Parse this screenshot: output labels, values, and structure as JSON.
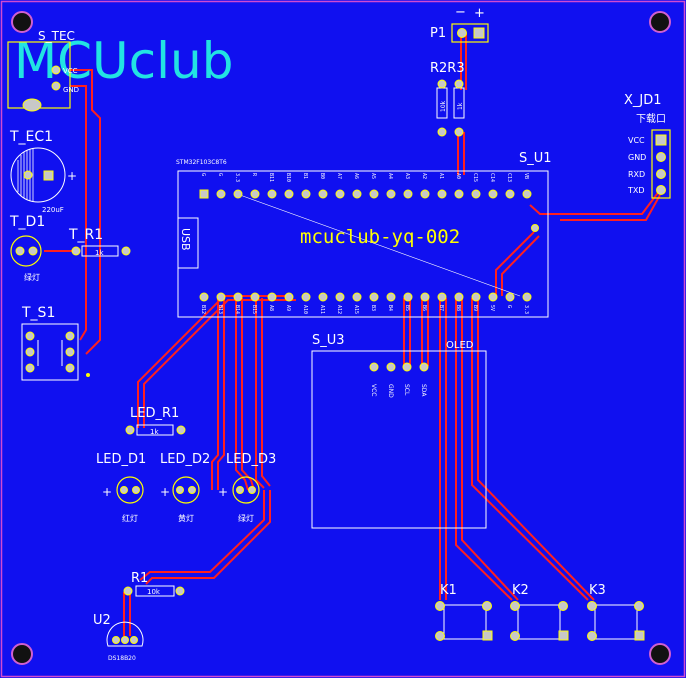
{
  "logo_text": "MCUclub",
  "board_text": "mcuclub-yq-002",
  "colors": {
    "board": "#1010f0",
    "silk": "#ffff00",
    "silk_white": "#ffffff",
    "trace": "#ff1f1f",
    "logo": "#22e3e3",
    "pad": "#c8c8c8"
  },
  "components": {
    "s_tec": "S_TEC",
    "vcc": "VCC",
    "gnd": "GND",
    "t_ec1": "T_EC1",
    "t_ec1_val": "220uF",
    "t_ec1_plus": "+",
    "t_d1": "T_D1",
    "t_d1_note": "绿灯",
    "t_r1": "T_R1",
    "t_r1_val": "1k",
    "t_s1": "T_S1",
    "p1": "P1",
    "p1_minus": "−",
    "p1_plus": "+",
    "r2r3": "R2R3",
    "r2_val": "10k",
    "r3_val": "1k",
    "x_jd1": "X_JD1",
    "x_jd1_note": "下载口",
    "x_pins": [
      "VCC",
      "GND",
      "RXD",
      "TXD"
    ],
    "s_u1": "S_U1",
    "s_u1_small": "STM32F103C8T6",
    "usb": "USB",
    "top_pins": [
      "G",
      "G",
      "3.3",
      "R",
      "B11",
      "B10",
      "B1",
      "B0",
      "A7",
      "A6",
      "A5",
      "A4",
      "A3",
      "A2",
      "A1",
      "A0",
      "C15",
      "C14",
      "C13",
      "VB"
    ],
    "bottom_pins": [
      "B12",
      "B13",
      "B14",
      "B15",
      "A8",
      "A9",
      "A10",
      "A11",
      "A12",
      "A15",
      "B3",
      "B4",
      "B5",
      "B6",
      "B7",
      "B8",
      "B9",
      "5V",
      "G",
      "3.3"
    ],
    "s_u3": "S_U3",
    "oled": "OLED",
    "oled_pins": [
      "VCC",
      "GND",
      "SCL",
      "SDA"
    ],
    "led_r1": "LED_R1",
    "led_r1_val": "1k",
    "led_d1": "LED_D1",
    "led_d2": "LED_D2",
    "led_d3": "LED_D3",
    "led_d1_note": "红灯",
    "led_d2_note": "黄灯",
    "led_d3_note": "绿灯",
    "led_plus": "+",
    "r1": "R1",
    "r1_val": "10k",
    "u2": "U2",
    "u2_note": "DS18B20",
    "k1": "K1",
    "k2": "K2",
    "k3": "K3"
  }
}
